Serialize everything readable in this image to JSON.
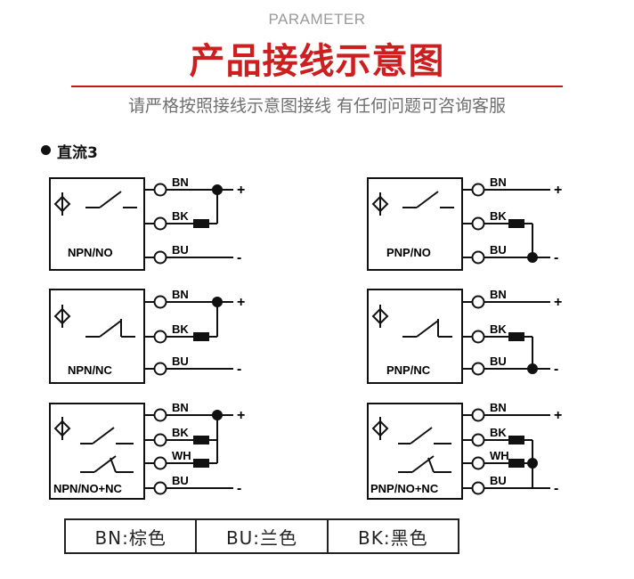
{
  "header": {
    "eyebrow": "PARAMETER",
    "title": "产品接线示意图",
    "subtitle": "请严格按照接线示意图接线  有任何问题可咨询客服"
  },
  "section": {
    "title": "直流3"
  },
  "terminal_labels": {
    "bn": "BN",
    "bk": "BK",
    "bu": "BU",
    "wh": "WH"
  },
  "signs": {
    "plus": "+",
    "minus": "-"
  },
  "diagrams": [
    {
      "id": "npn-no",
      "label": "NPN/NO"
    },
    {
      "id": "pnp-no",
      "label": "PNP/NO"
    },
    {
      "id": "npn-nc",
      "label": "NPN/NC"
    },
    {
      "id": "pnp-nc",
      "label": "PNP/NC"
    },
    {
      "id": "npn-no-nc",
      "label": "NPN/NO+NC"
    },
    {
      "id": "pnp-no-nc",
      "label": "PNP/NO+NC"
    }
  ],
  "legend": [
    {
      "text": "BN:棕色"
    },
    {
      "text": "BU:兰色"
    },
    {
      "text": "BK:黑色"
    }
  ],
  "colors": {
    "title_red": "#cc1f1f",
    "rule_red": "#c5161d",
    "subtitle_gray": "#6f6f6f",
    "line": "#111111"
  }
}
